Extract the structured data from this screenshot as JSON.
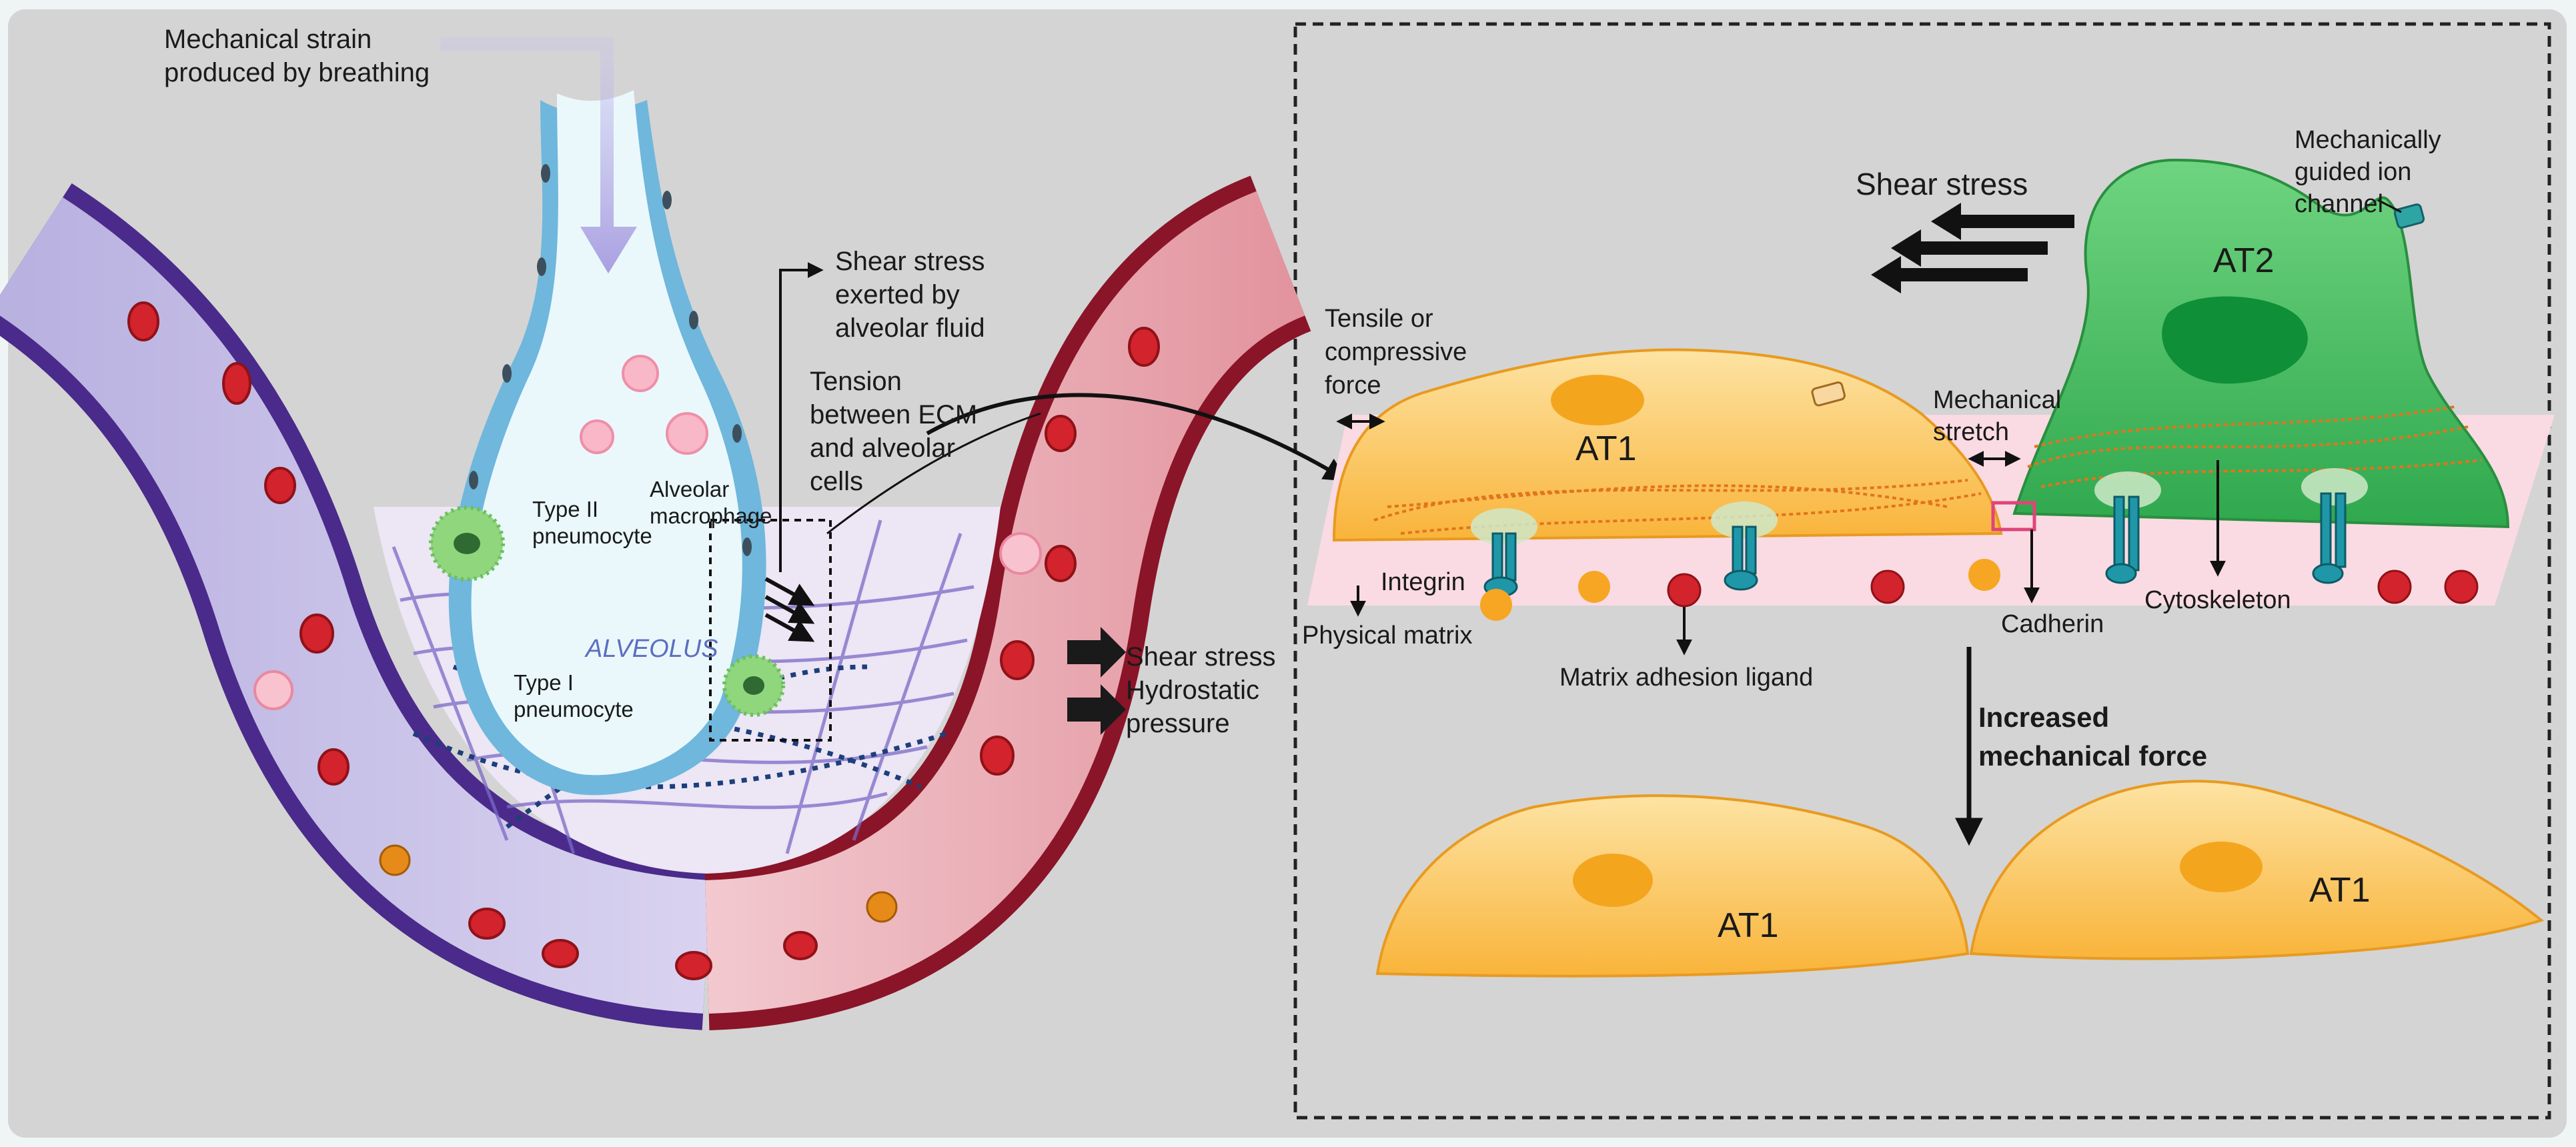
{
  "labels": {
    "mech_strain_1": "Mechanical strain",
    "mech_strain_2": "produced by breathing",
    "shear_fluid_1": "Shear stress",
    "shear_fluid_2": "exerted by",
    "shear_fluid_3": "alveolar fluid",
    "tension_1": "Tension",
    "tension_2": "between ECM",
    "tension_3": "and alveolar",
    "tension_4": "cells",
    "type2_1": "Type II",
    "type2_2": "pneumocyte",
    "macrophage_1": "Alveolar",
    "macrophage_2": "macrophage",
    "alveolus": "ALVEOLUS",
    "type1_1": "Type I",
    "type1_2": "pneumocyte",
    "vessel_shear": "Shear stress",
    "vessel_hydro_1": "Hydrostatic",
    "vessel_hydro_2": "pressure",
    "right_shear": "Shear stress",
    "ion_1": "Mechanically",
    "ion_2": "guided ion",
    "ion_3": "channel",
    "at2": "AT2",
    "tensile_1": "Tensile or",
    "tensile_2": "compressive",
    "tensile_3": "force",
    "at1": "AT1",
    "mech_stretch_1": "Mechanical",
    "mech_stretch_2": "stretch",
    "integrin": "Integrin",
    "physical_matrix": "Physical matrix",
    "matrix_ligand": "Matrix adhesion ligand",
    "cadherin": "Cadherin",
    "cytoskeleton": "Cytoskeleton",
    "increased_1": "Increased",
    "increased_2": "mechanical force",
    "at1_left": "AT1",
    "at1_right": "AT1"
  },
  "colors": {
    "panel_bg": "#d4d4d4",
    "vein_dark": "#4a2a8a",
    "artery_dark": "#8a1428",
    "alveolus_fill": "#eaf8fc",
    "alveolus_wall": "#6fb7dc",
    "at1_fill": "#fbbf45",
    "at2_fill": "#4dc46a",
    "matrix_pink": "#fadbe3",
    "rbc": "#d3232c"
  }
}
